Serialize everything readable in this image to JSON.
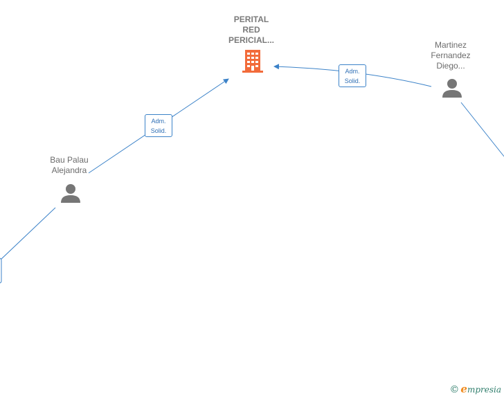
{
  "nodes": {
    "company": {
      "line1": "PERITAL",
      "line2": "RED",
      "line3": "PERICIAL..."
    },
    "person_left": {
      "line1": "Bau Palau",
      "line2": "Alejandra"
    },
    "person_right": {
      "line1": "Martinez",
      "line2": "Fernandez",
      "line3": "Diego..."
    }
  },
  "edges": {
    "left_to_company": {
      "line1": "Adm.",
      "line2": "Solid."
    },
    "right_to_company": {
      "line1": "Adm.",
      "line2": "Solid."
    }
  },
  "brand": {
    "copyright": "©",
    "initial": "e",
    "rest": "mpresia"
  },
  "colors": {
    "edge": "#3b82c8",
    "company_icon": "#f26b3a",
    "person_icon": "#767676"
  }
}
